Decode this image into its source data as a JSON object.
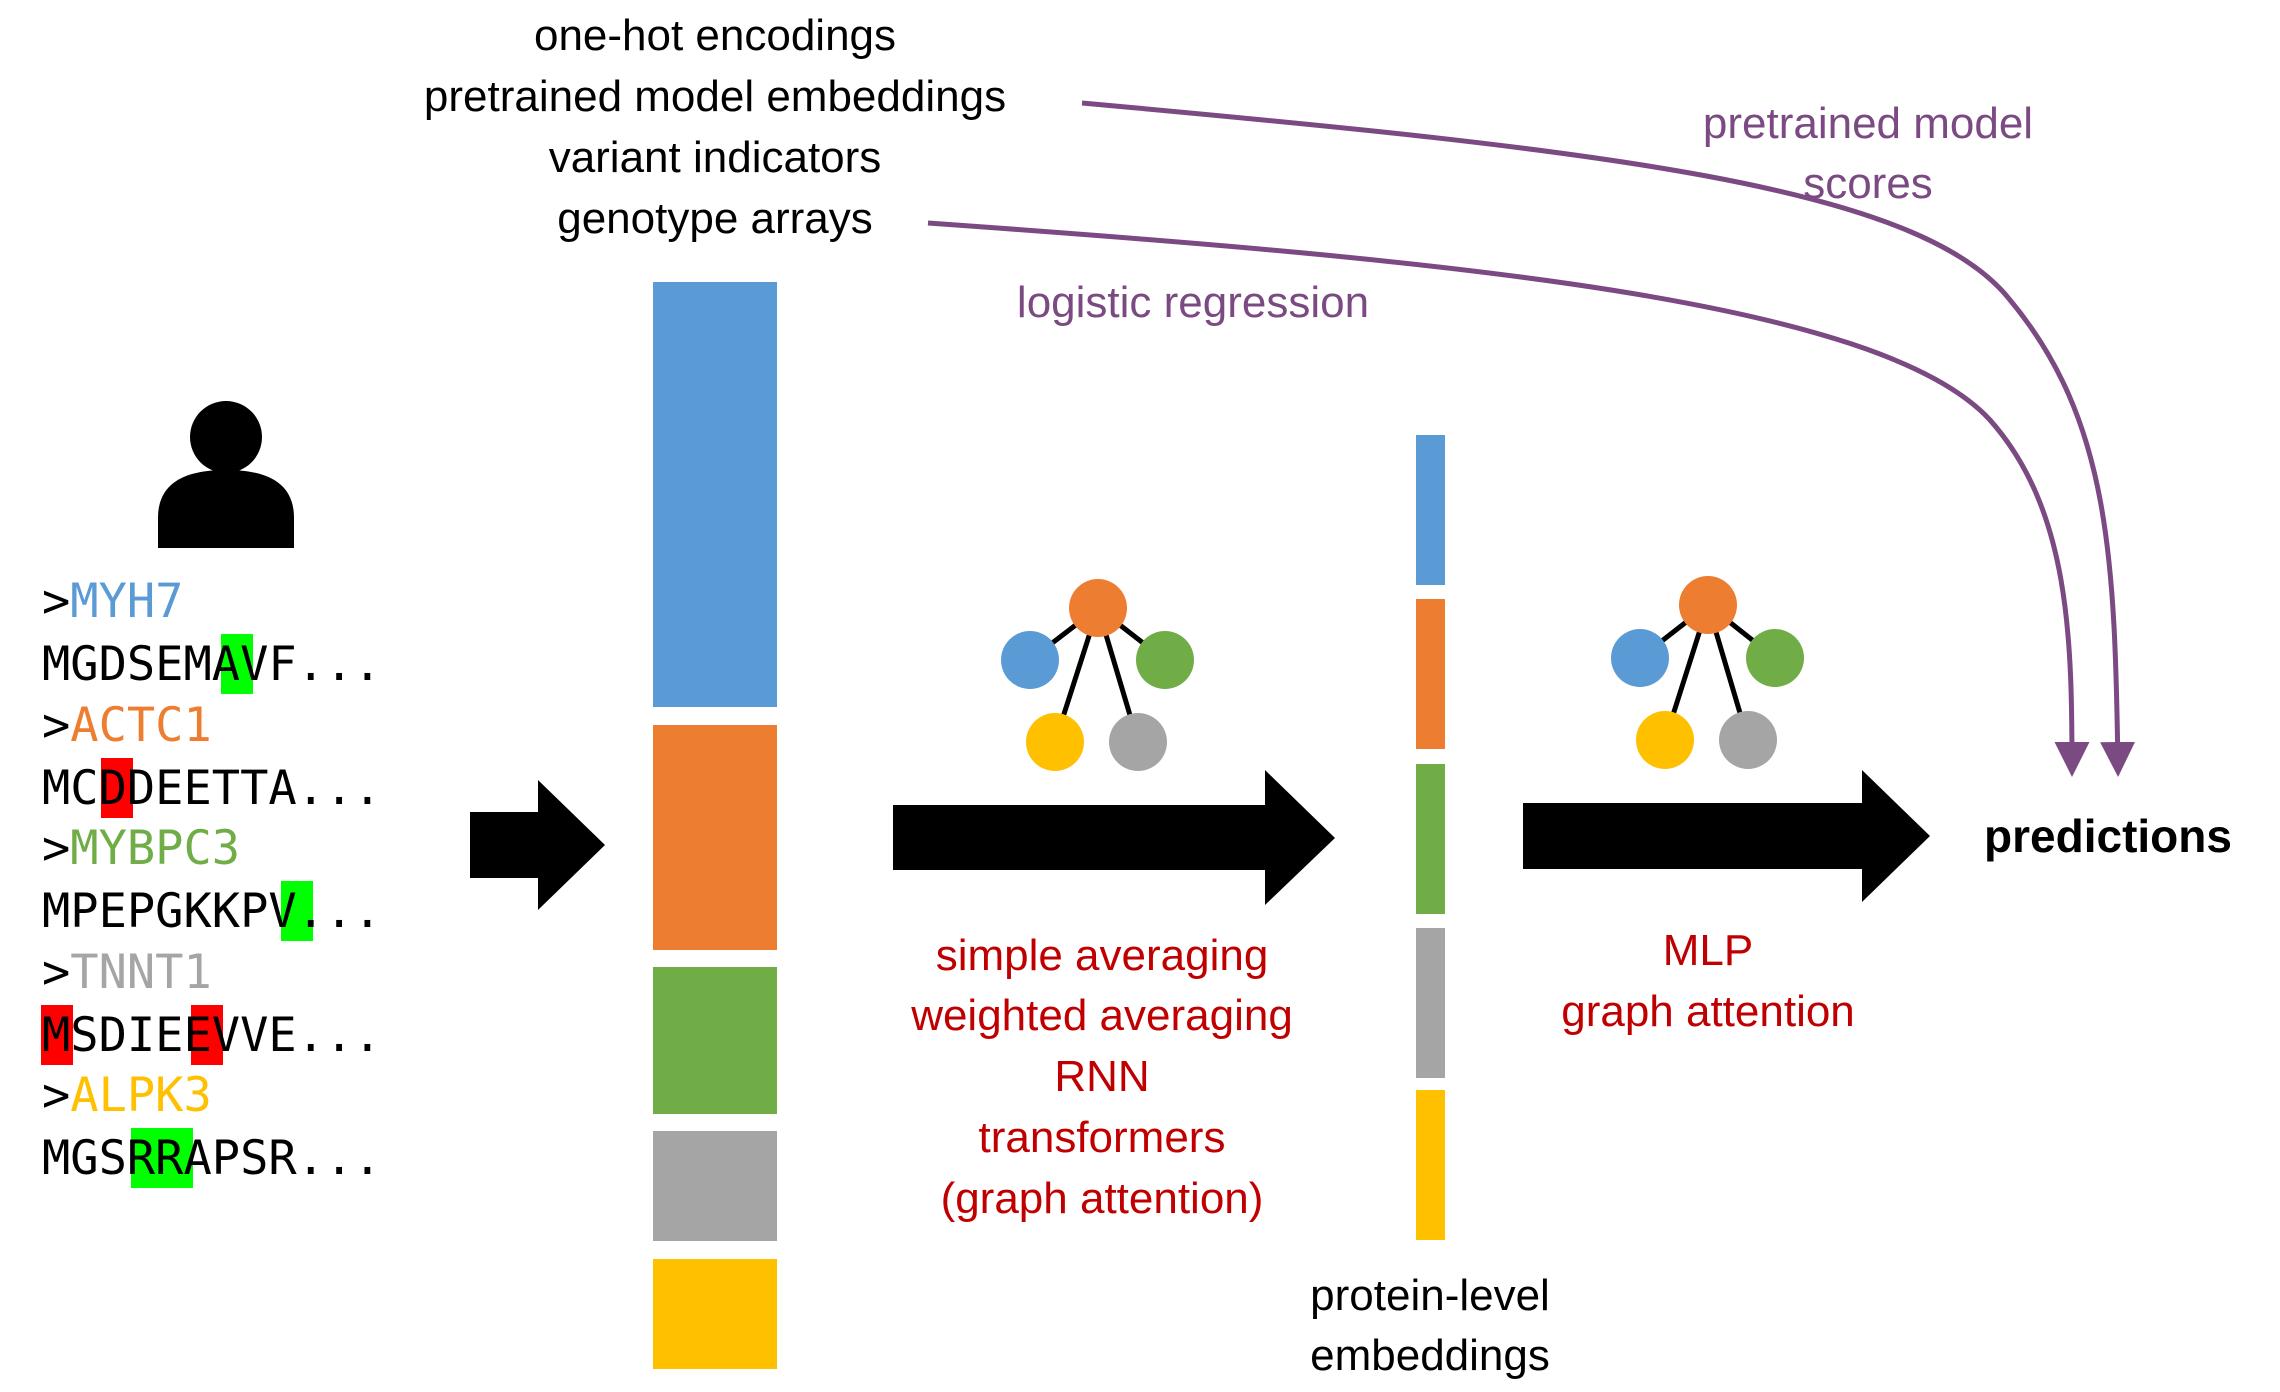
{
  "input_features": {
    "lines": [
      "one-hot encodings",
      "pretrained model embeddings",
      "variant indicators",
      "genotype arrays"
    ]
  },
  "labels": {
    "pretrained_scores": [
      "pretrained model",
      "scores"
    ],
    "logistic_regression": "logistic regression",
    "aggregation_methods": [
      "simple averaging",
      "weighted averaging",
      "RNN",
      "transformers",
      "(graph attention)"
    ],
    "protein_embeddings": [
      "protein-level",
      "embeddings"
    ],
    "prediction_methods": [
      "MLP",
      "graph attention"
    ],
    "predictions": "predictions"
  },
  "sequences": [
    {
      "gene": "MYH7",
      "gene_color": "#5b9bd5",
      "prefix": ">",
      "residues": "MGDSEMAVF",
      "highlights": [
        {
          "index": 6,
          "color": "#00ff00"
        }
      ],
      "suffix": "..."
    },
    {
      "gene": "ACTC1",
      "gene_color": "#ed7d31",
      "prefix": ">",
      "residues": "MCDDEETTA",
      "highlights": [
        {
          "index": 2,
          "color": "#ff0000"
        }
      ],
      "suffix": "..."
    },
    {
      "gene": "MYBPC3",
      "gene_color": "#70ad47",
      "prefix": ">",
      "residues": "MPEPGKKPV",
      "highlights": [
        {
          "index": 8,
          "color": "#00ff00"
        }
      ],
      "suffix": "..."
    },
    {
      "gene": "TNNT1",
      "gene_color": "#a5a5a5",
      "prefix": ">",
      "residues": "MSDIEEVVE",
      "highlights": [
        {
          "index": 0,
          "color": "#ff0000"
        },
        {
          "index": 5,
          "color": "#ff0000"
        }
      ],
      "suffix": "..."
    },
    {
      "gene": "ALPK3",
      "gene_color": "#ffc000",
      "prefix": ">",
      "residues": "MGSRRAPSR",
      "highlights": [
        {
          "index": 3,
          "color": "#00ff00"
        },
        {
          "index": 4,
          "color": "#00ff00"
        }
      ],
      "suffix": "..."
    }
  ],
  "colors": {
    "blue": "#5b9bd5",
    "orange": "#ed7d31",
    "green": "#70ad47",
    "gray": "#a5a5a5",
    "yellow": "#ffc000",
    "purple": "#7b4a82",
    "dark_red": "#c00000",
    "black": "#000000"
  },
  "icons": {
    "person": "person-icon",
    "graph": "graph-network-icon",
    "arrow": "arrow-right-icon"
  }
}
